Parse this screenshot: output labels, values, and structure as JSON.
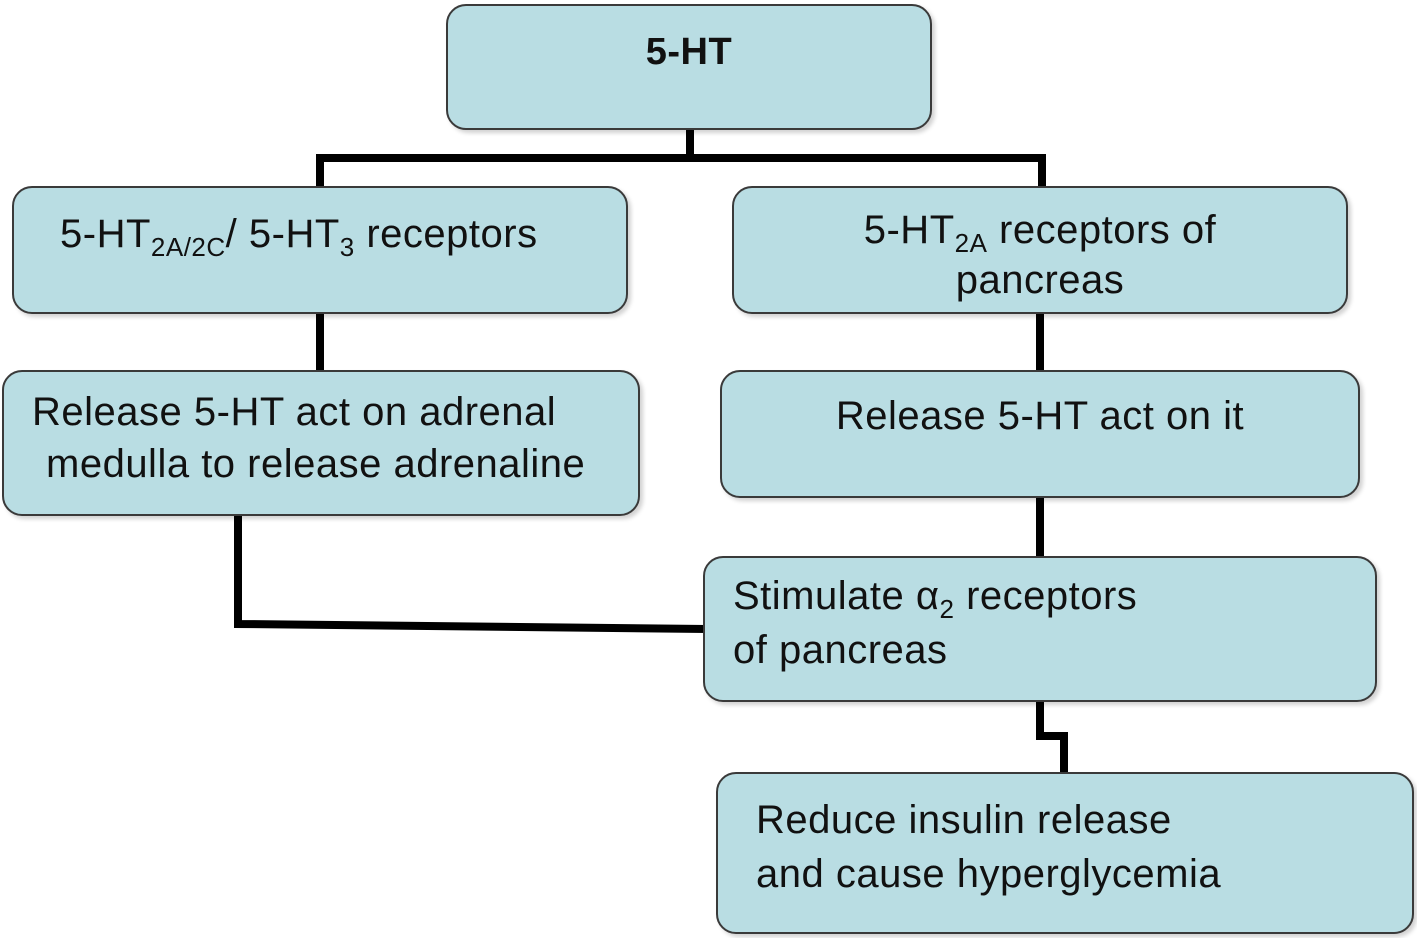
{
  "root": {
    "label": "5-HT"
  },
  "left_branch": {
    "receptor": {
      "prefix": "5-HT",
      "sub1": "2A/2C",
      "middle": "/ 5-HT",
      "sub2": "3",
      "suffix": " receptors"
    },
    "action": {
      "line1": "Release 5-HT act on adrenal",
      "line2": "medulla to release adrenaline"
    }
  },
  "right_branch": {
    "receptor": {
      "prefix": "5-HT",
      "sub": "2A",
      "line1_suffix": " receptors of",
      "line2": "pancreas"
    },
    "action": {
      "label": "Release 5-HT act on it"
    },
    "stimulate": {
      "line1_prefix": "Stimulate ",
      "alpha": "α",
      "alpha_sub": "2",
      "line1_suffix": " receptors",
      "line2": "of pancreas"
    },
    "outcome": {
      "line1": "Reduce insulin release",
      "line2": "and cause hyperglycemia"
    }
  }
}
